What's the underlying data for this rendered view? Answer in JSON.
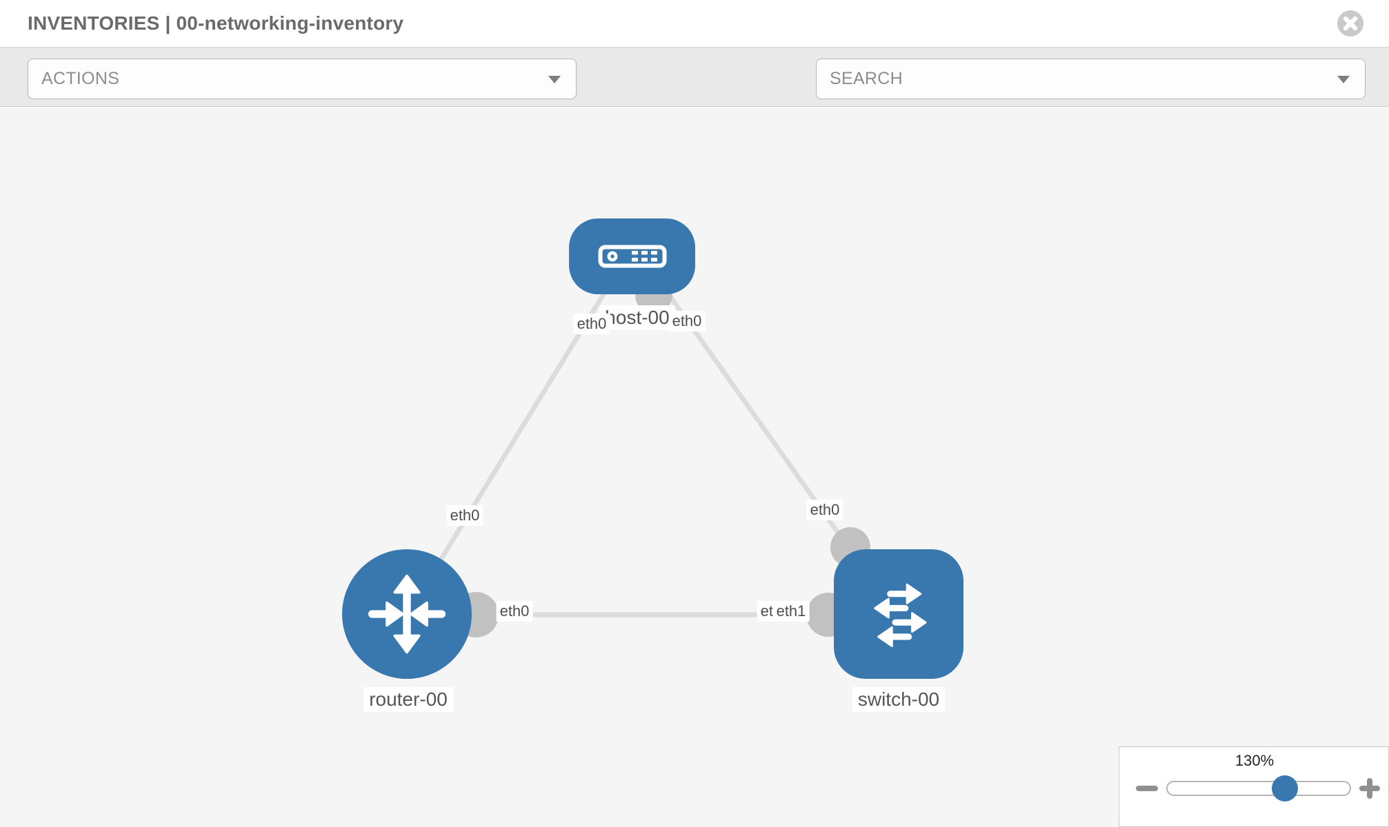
{
  "header": {
    "title": "INVENTORIES | 00-networking-inventory"
  },
  "toolbar": {
    "actions_label": "ACTIONS",
    "search_label": "SEARCH",
    "icons": [
      "wrench-icon",
      "key-icon"
    ]
  },
  "topology": {
    "nodes": [
      {
        "id": "host-00",
        "type": "host",
        "label": "host-00",
        "icon": "server-icon"
      },
      {
        "id": "router-00",
        "type": "router",
        "label": "router-00",
        "icon": "route-arrows-icon"
      },
      {
        "id": "switch-00",
        "type": "switch",
        "label": "switch-00",
        "icon": "switch-arrows-icon"
      }
    ],
    "links": [
      {
        "from": "host-00",
        "from_if": "eth0",
        "to": "router-00",
        "to_if": "eth0"
      },
      {
        "from": "host-00",
        "from_if": "eth0",
        "to": "switch-00",
        "to_if": "eth0"
      },
      {
        "from": "router-00",
        "from_if": "eth0",
        "to": "switch-00",
        "to_if": "eth1"
      }
    ],
    "overlapped_interface_label": "eth0"
  },
  "zoom_control": {
    "level": "130%"
  },
  "colors": {
    "node_blue": "#3878af",
    "edge_gray": "#dcdcdc",
    "connector_gray": "#c1c1c1",
    "canvas_bg": "#f5f5f5",
    "toolbar_bg": "#e9e9e9"
  }
}
